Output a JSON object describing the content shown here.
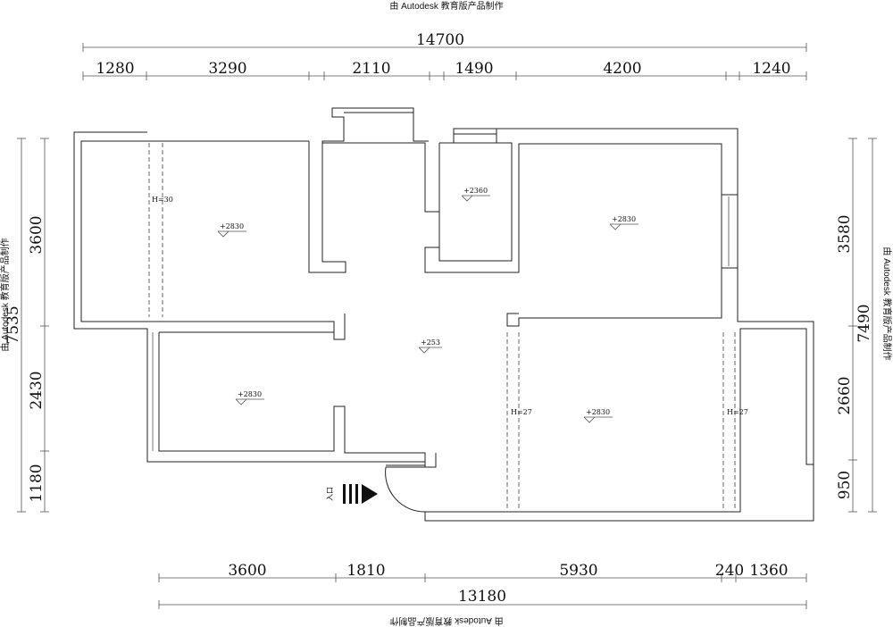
{
  "watermark": {
    "top": "由 Autodesk 教育版产品制作",
    "left": "由 Autodesk 教育版产品制作",
    "right": "由 Autodesk 教育版产品制作",
    "bottom": "由 Autodesk 教育版产品制作"
  },
  "dimensions": {
    "top_total": "14700",
    "top_segments": [
      "1280",
      "3290",
      "2110",
      "1490",
      "4200",
      "1240"
    ],
    "bottom_segments": [
      "3600",
      "1810",
      "5930",
      "240",
      "1360"
    ],
    "bottom_total": "13180",
    "left_segments": [
      "3600",
      "2430",
      "1180"
    ],
    "left_total": "7535",
    "right_segments": [
      "3580",
      "2660",
      "950"
    ],
    "right_total": "7490"
  },
  "levels": {
    "bedroom_nw": "+2830",
    "kitchen": "+2360",
    "bedroom_ne": "+2830",
    "bedroom_sw": "+2830",
    "hall": "+253",
    "living": "+2830"
  },
  "balcony_heights": {
    "nw": "H=30",
    "living_left": "H=27",
    "living_right": "H=27"
  },
  "entrance": {
    "label": "入口"
  }
}
